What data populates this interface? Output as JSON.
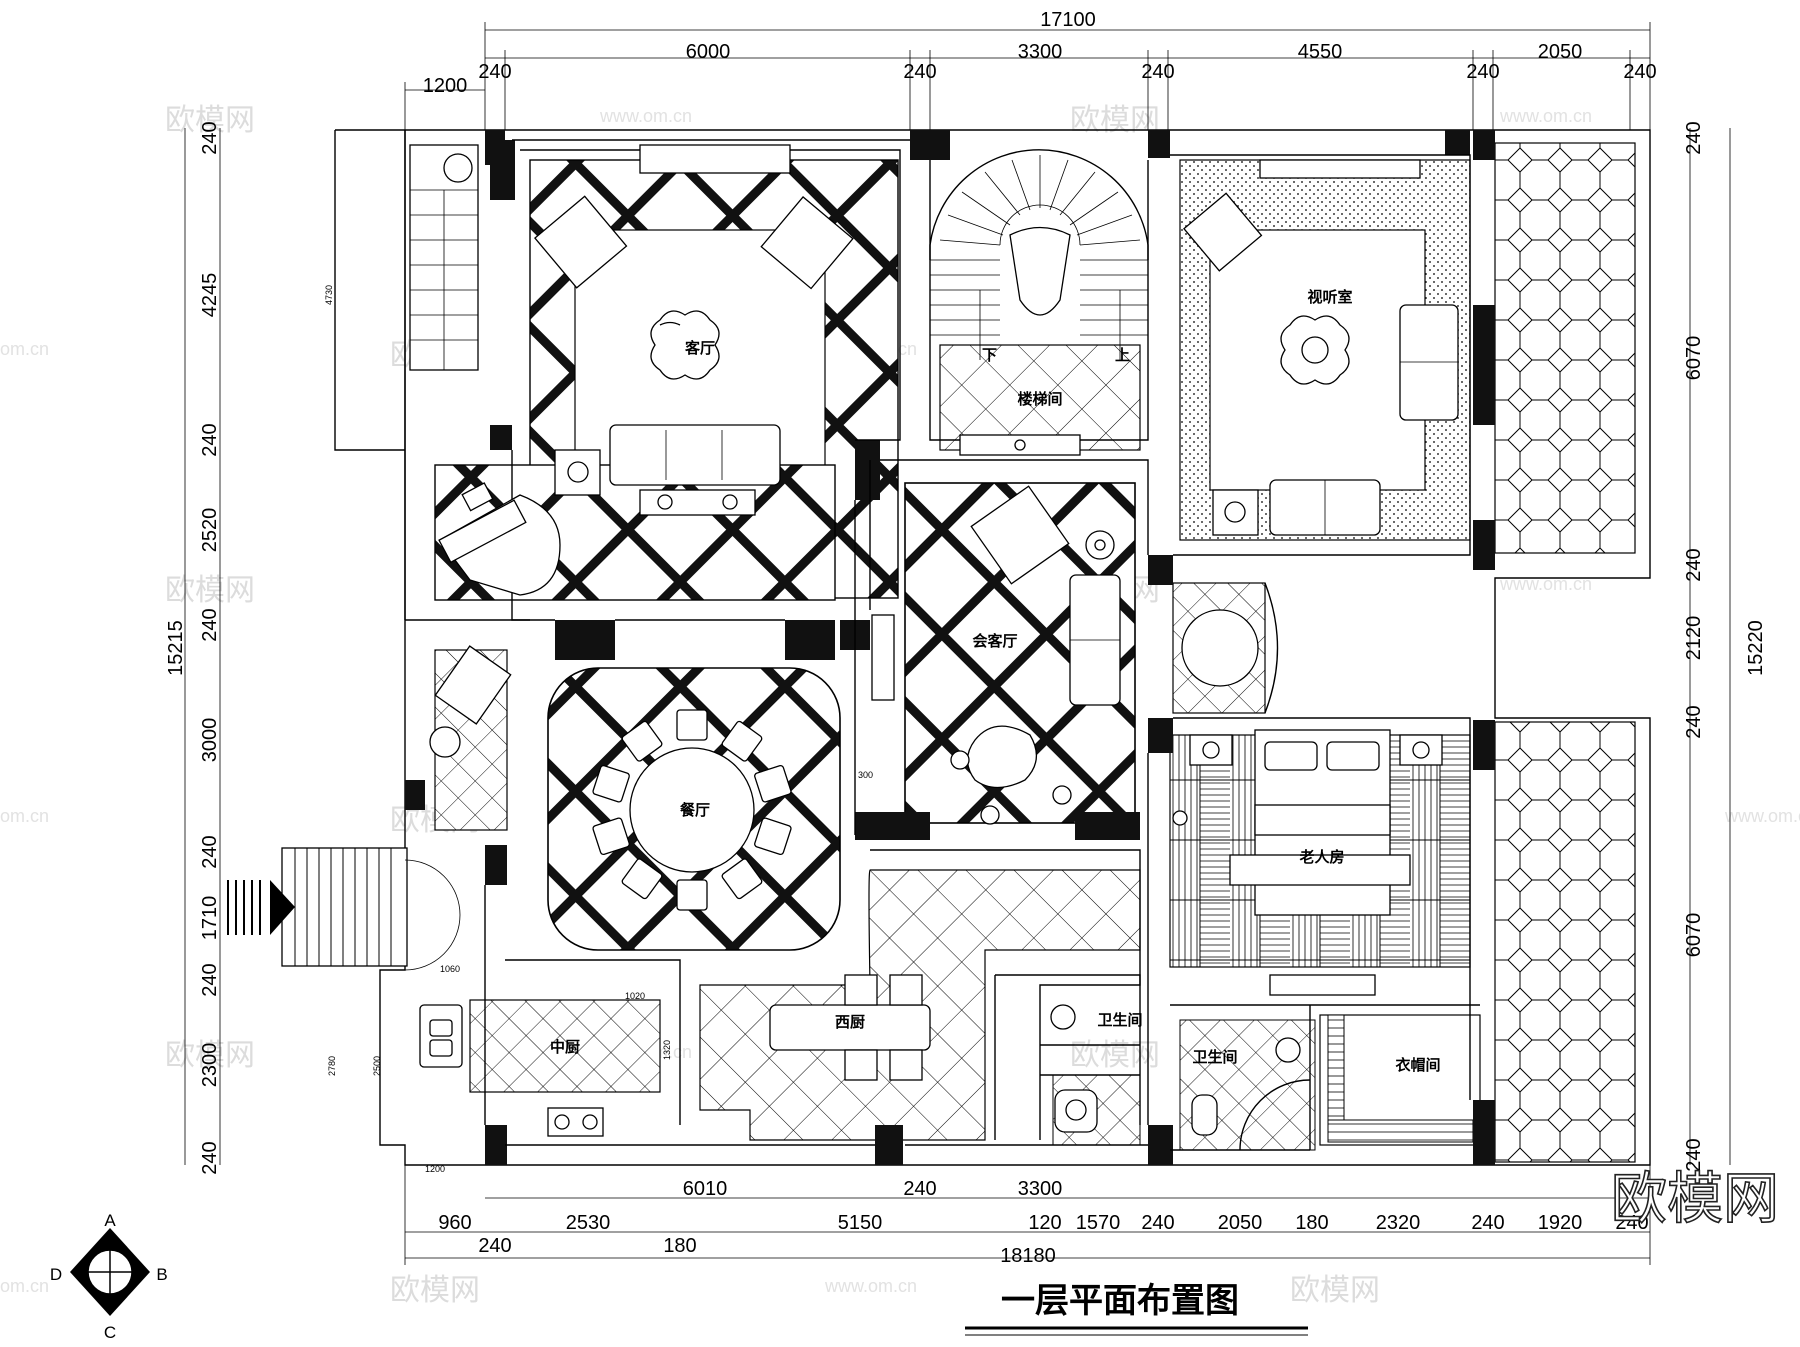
{
  "title": "一层平面布置图",
  "brand": "欧模网",
  "watermark": {
    "cn": "欧模网",
    "url": "www.om.cn",
    "short": "om.cn"
  },
  "compass": {
    "top": "A",
    "right": "B",
    "bottom": "C",
    "left": "D"
  },
  "dimensions": {
    "top_total": "17100",
    "top_row": [
      "240",
      "6000",
      "240",
      "3300",
      "240",
      "4550",
      "240",
      "2050",
      "240"
    ],
    "top_left": "1200",
    "bottom_row1": [
      "6010",
      "240",
      "3300"
    ],
    "bottom_row2": [
      "960",
      "2530",
      "5150",
      "120",
      "1570",
      "240",
      "2050",
      "180",
      "2320",
      "240",
      "1920",
      "240"
    ],
    "bottom_row3": [
      "240",
      "180"
    ],
    "bottom_total": "18180",
    "left_total": "15215",
    "left_column": [
      "240",
      "4245",
      "240",
      "2520",
      "240",
      "3000",
      "240",
      "1710",
      "240",
      "2300",
      "240"
    ],
    "right_total": "15220",
    "right_column": [
      "240",
      "6070",
      "240",
      "2120",
      "240",
      "6070",
      "240"
    ],
    "minor": [
      "4730",
      "300",
      "1060",
      "1020",
      "2780",
      "2500",
      "1200",
      "1320"
    ]
  },
  "rooms": {
    "living": "客厅",
    "stair": "楼梯间",
    "av_room": "视听室",
    "reception": "会客厅",
    "dining": "餐厅",
    "elder_room": "老人房",
    "western_kitchen": "西厨",
    "chinese_kitchen": "中厨",
    "bath1": "卫生间",
    "bath2": "卫生间",
    "closet": "衣帽间",
    "stair_down": "下",
    "stair_up": "上"
  }
}
